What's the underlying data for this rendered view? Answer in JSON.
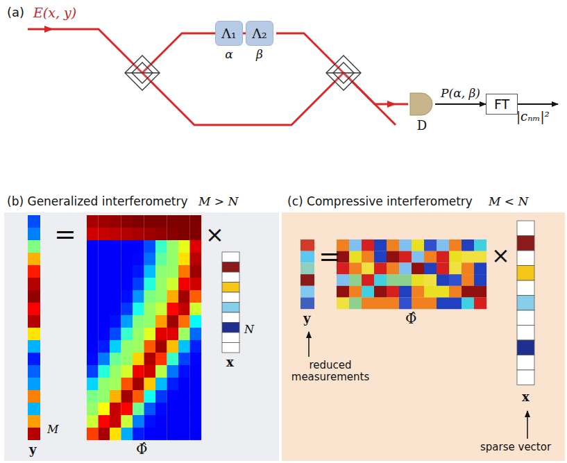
{
  "diagram": {
    "nodes": [
      {
        "text": [
          "Λ₁",
          "α"
        ]
      },
      {
        "text": [
          "Λ₂",
          "β"
        ]
      },
      {
        "text": [
          "D"
        ]
      },
      {
        "text": [
          "FT"
        ]
      }
    ],
    "edges": [
      {
        "from": 0,
        "to": 1,
        "arrow": "none"
      },
      {
        "from": 2,
        "to": 3,
        "label": "P(α, β)",
        "arrow": "to"
      }
    ],
    "labels": [
      "(a)",
      "E(x, y)",
      "|cₙₘ|²",
      "(b) Generalized interferometry",
      "M > N",
      "M",
      "N",
      "y",
      "=",
      "Φ̂",
      "×",
      "x",
      "(c) Compressive interferometry",
      "M < N",
      "y",
      "=",
      "Φ̂",
      "×",
      "x",
      "reduced measurements",
      "sparse vector"
    ]
  }
}
